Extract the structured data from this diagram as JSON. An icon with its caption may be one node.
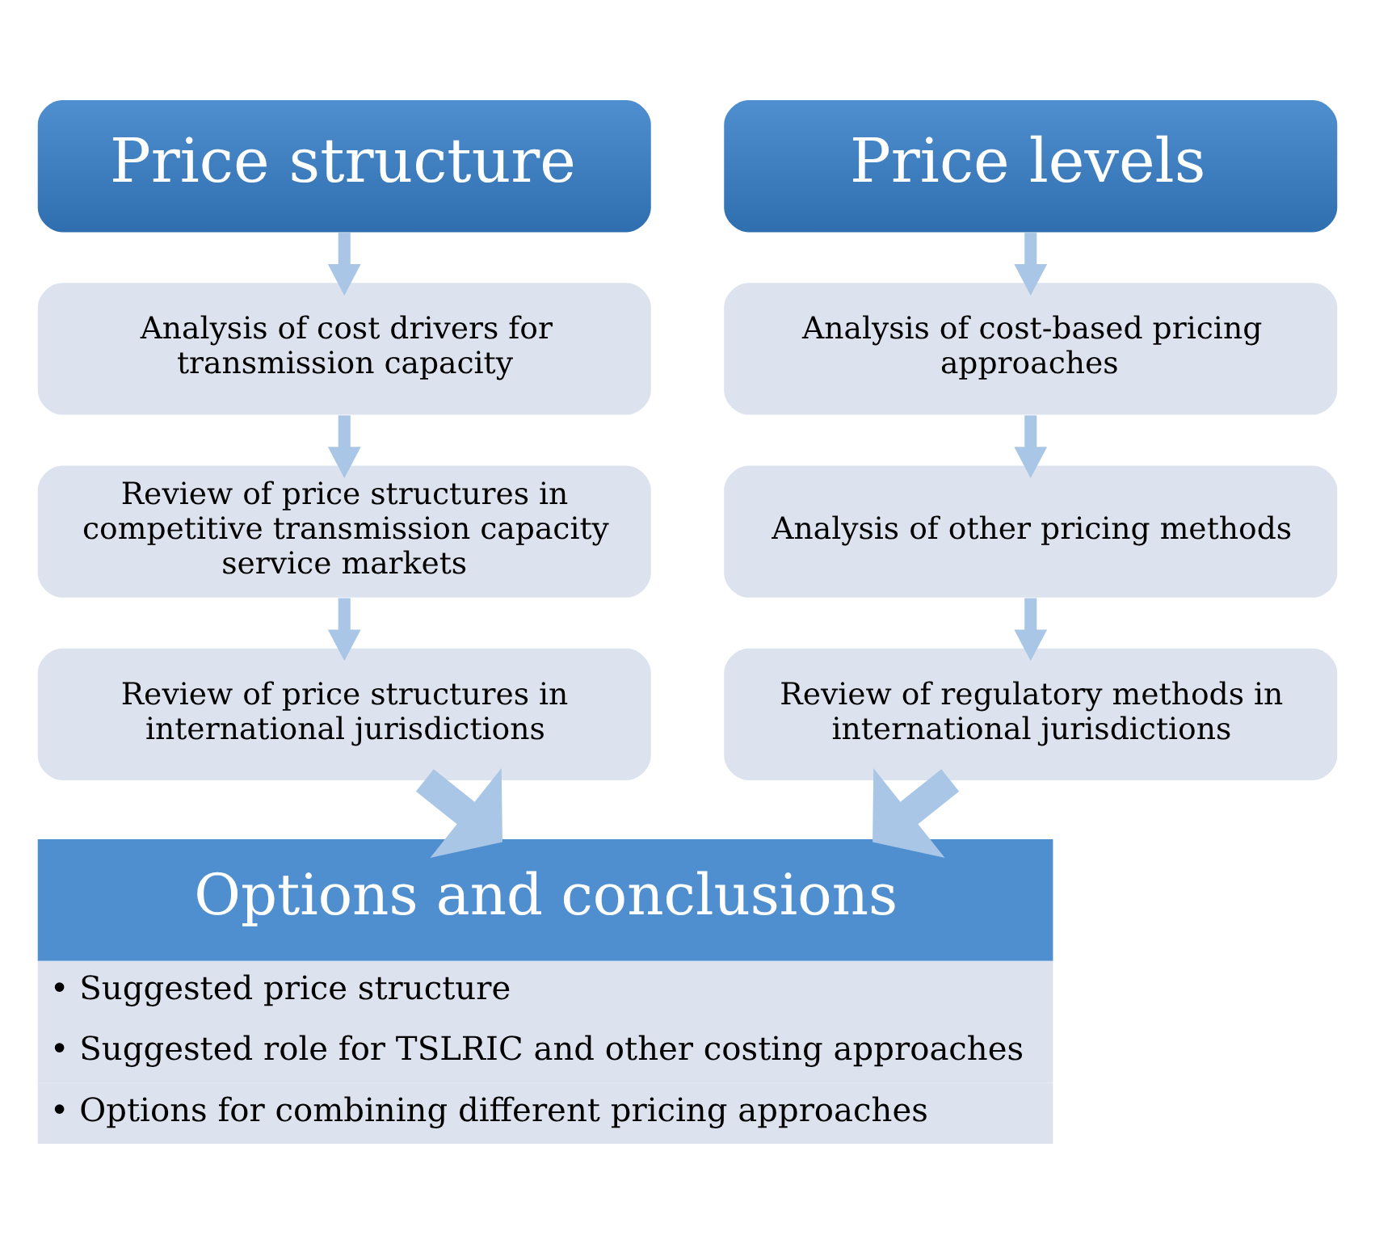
{
  "diagram": {
    "nodes": [
      {
        "text": [
          "Price structure"
        ]
      },
      {
        "text": [
          "Analysis of cost drivers for transmission capacity"
        ]
      },
      {
        "text": [
          "Review of price structures in competitive transmission capacity service markets"
        ]
      },
      {
        "text": [
          "Review of price structures in international jurisdictions"
        ]
      },
      {
        "text": [
          "Price levels"
        ]
      },
      {
        "text": [
          "Analysis of cost-based pricing approaches"
        ]
      },
      {
        "text": [
          "Analysis of other pricing methods"
        ]
      },
      {
        "text": [
          "Review of regulatory methods in international jurisdictions"
        ]
      },
      {
        "text": [
          "Options and conclusions",
          "• Suggested price structure",
          "• Suggested role for TSLRIC and other costing approaches",
          "• Options for combining different pricing approaches"
        ]
      }
    ],
    "edges": [
      {
        "from": 0,
        "to": 1,
        "arrow": "to"
      },
      {
        "from": 1,
        "to": 2,
        "arrow": "to"
      },
      {
        "from": 2,
        "to": 3,
        "arrow": "to"
      },
      {
        "from": 4,
        "to": 5,
        "arrow": "to"
      },
      {
        "from": 5,
        "to": 6,
        "arrow": "to"
      },
      {
        "from": 6,
        "to": 7,
        "arrow": "to"
      },
      {
        "from": 3,
        "to": 8,
        "arrow": "to",
        "style": "thick"
      },
      {
        "from": 7,
        "to": 8,
        "arrow": "to",
        "style": "thick"
      }
    ]
  }
}
